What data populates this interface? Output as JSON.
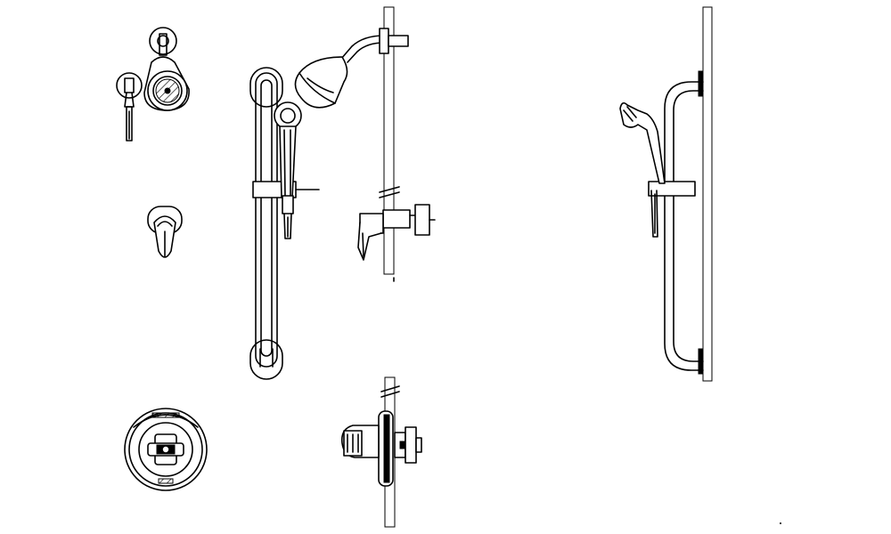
{
  "drawing": {
    "background": "#ffffff",
    "line_color": "#000000",
    "views": [
      {
        "name": "showerhead-front-view"
      },
      {
        "name": "diverter-valve-front-view"
      },
      {
        "name": "trim-plate-front-view"
      },
      {
        "name": "slide-bar-system-front-view"
      },
      {
        "name": "wall-section-side-view"
      },
      {
        "name": "valve-body-side-view"
      },
      {
        "name": "slide-bar-system-side-view"
      }
    ]
  }
}
